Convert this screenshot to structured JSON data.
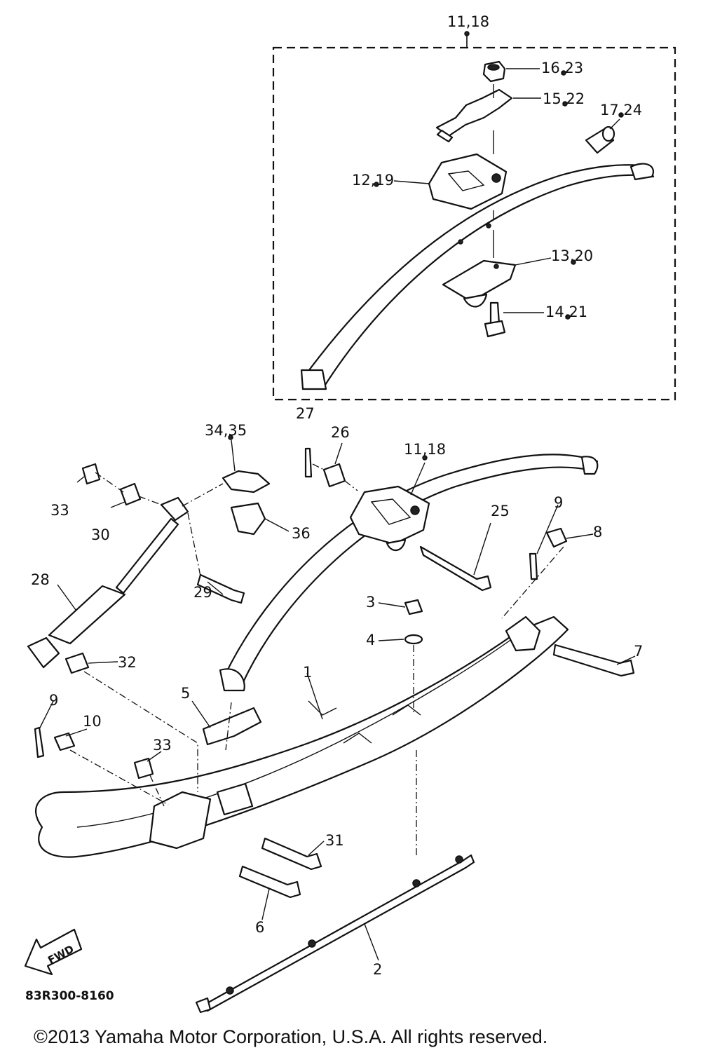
{
  "labels": {
    "p_11_18_top": "11,18",
    "p_16_23": "16,23",
    "p_15_22": "15,22",
    "p_17_24": "17,24",
    "p_12_19": "12,19",
    "p_13_20": "13,20",
    "p_14_21": "14,21",
    "p_27": "27",
    "p_26": "26",
    "p_34_35": "34,35",
    "p_11_18": "11,18",
    "p_33_top": "33",
    "p_30": "30",
    "p_36": "36",
    "p_25": "25",
    "p_9_right": "9",
    "p_8": "8",
    "p_28": "28",
    "p_29": "29",
    "p_3": "3",
    "p_4": "4",
    "p_32": "32",
    "p_7": "7",
    "p_5": "5",
    "p_1": "1",
    "p_9_left": "9",
    "p_10": "10",
    "p_33_bottom": "33",
    "p_31": "31",
    "p_6": "6",
    "p_2": "2"
  },
  "fwd_label": "FWD",
  "drawing_code": "83R300-8160",
  "copyright": "©2013 Yamaha Motor Corporation, U.S.A. All rights reserved."
}
